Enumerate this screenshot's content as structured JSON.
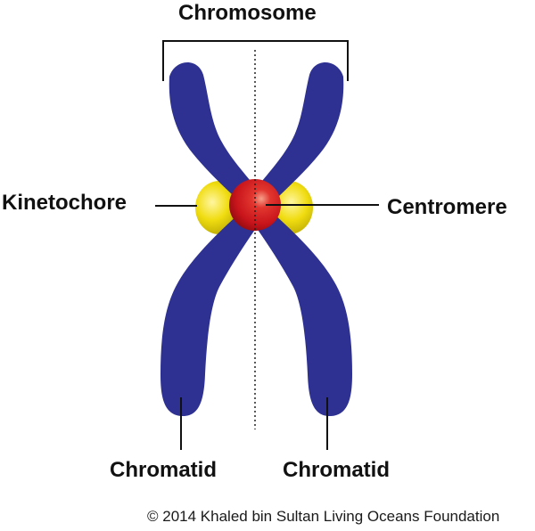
{
  "title": "Chromosome",
  "labels": {
    "chromosome": "Chromosome",
    "kinetochore": "Kinetochore",
    "centromere": "Centromere",
    "chromatid_left": "Chromatid",
    "chromatid_right": "Chromatid"
  },
  "copyright": "© 2014 Khaled bin Sultan Living Oceans Foundation",
  "colors": {
    "chromatid": "#2e3192",
    "centromere": "#d7171f",
    "kinetochore": "#e8d400",
    "line": "#111111"
  }
}
